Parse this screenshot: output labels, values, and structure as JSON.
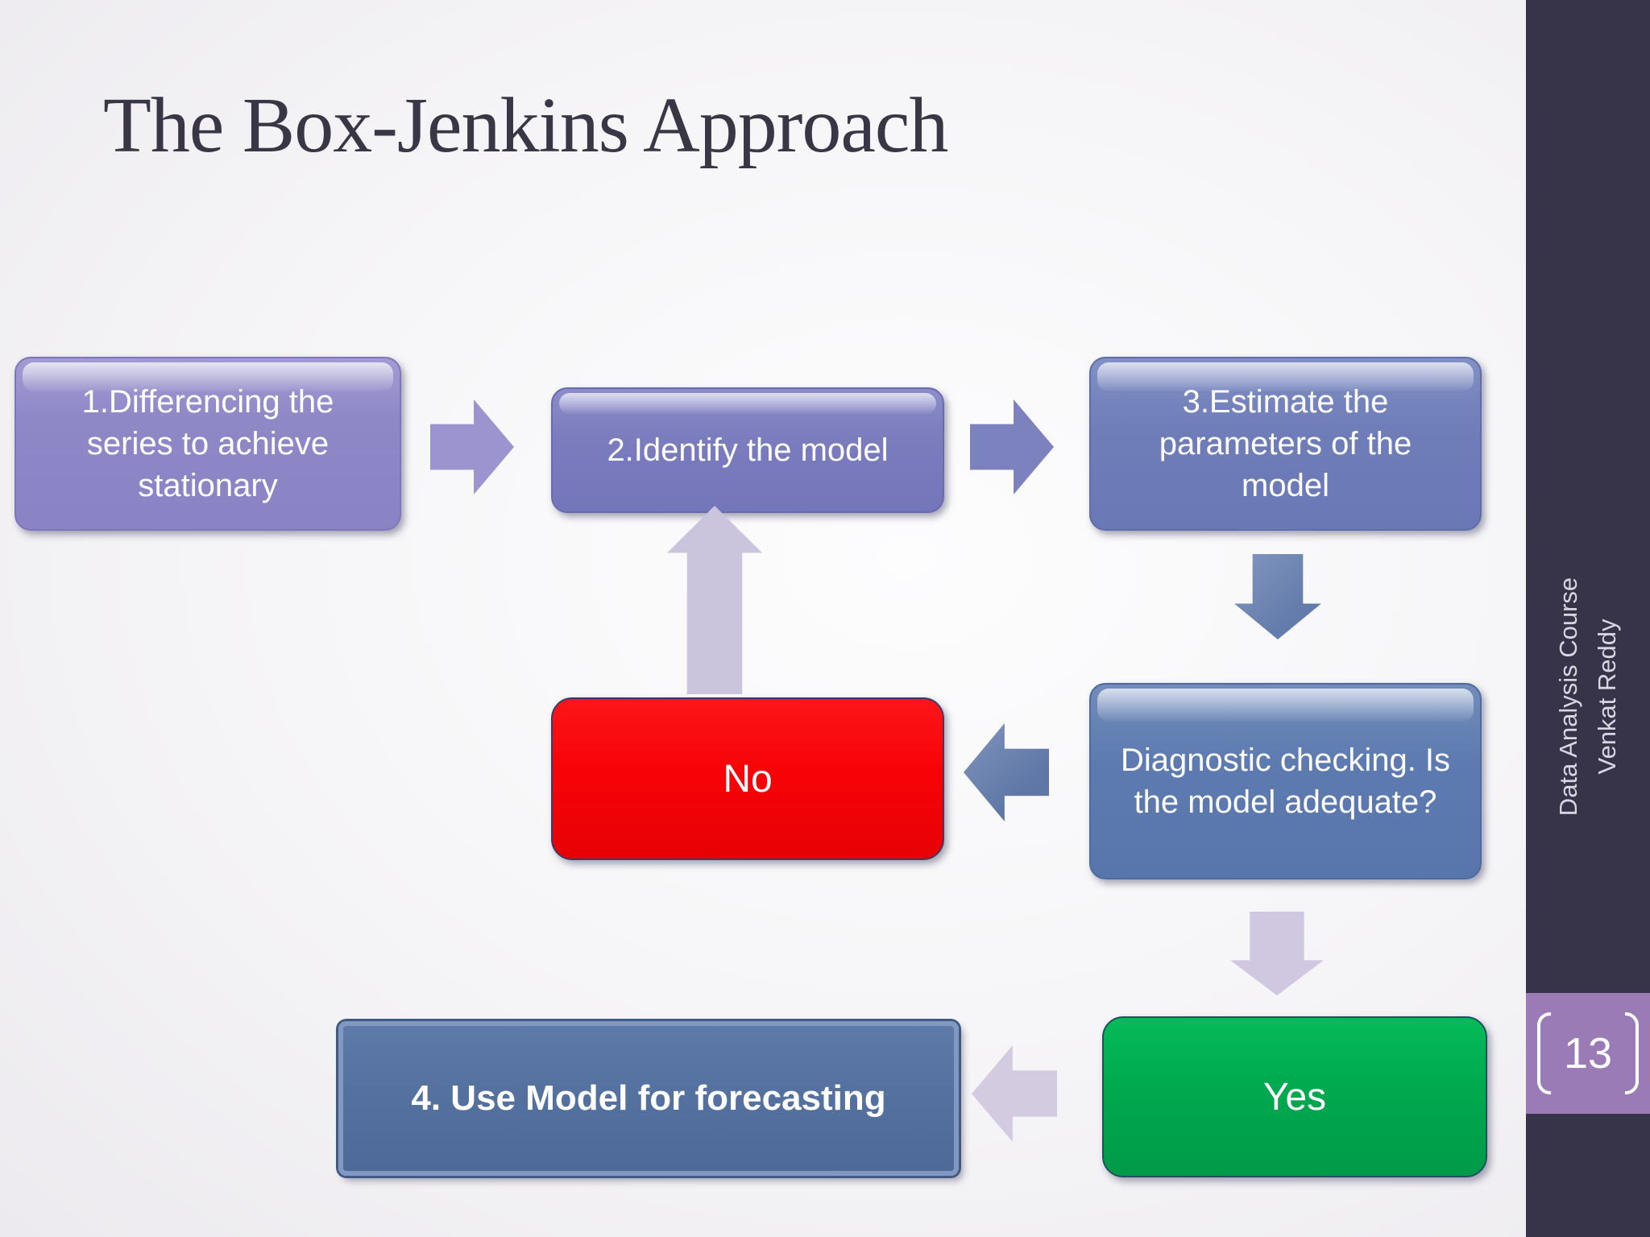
{
  "slide": {
    "title": "The Box-Jenkins Approach",
    "page_number": "13"
  },
  "sidebar": {
    "course_line1": "Data Analysis Course",
    "course_line2": "Venkat Reddy",
    "bg_color": "#373349",
    "badge_color": "#9a7bb5",
    "text_color": "#d9d6e4"
  },
  "flowchart": {
    "nodes": {
      "step1": {
        "label": "1.Differencing the series to achieve stationary",
        "color": "#8d86c6"
      },
      "step2": {
        "label": "2.Identify the model",
        "color": "#7b7cbe"
      },
      "step3": {
        "label": "3.Estimate the parameters of the model",
        "color": "#6f7db9"
      },
      "diagnostic": {
        "label": "Diagnostic checking. Is the model adequate?",
        "color": "#5d7bb0"
      },
      "no": {
        "label": "No",
        "color": "#f70307"
      },
      "yes": {
        "label": "Yes",
        "color": "#00a94f"
      },
      "step4": {
        "label": "4. Use Model for forecasting",
        "color": "#54719f"
      }
    },
    "arrows": [
      {
        "from": "step1",
        "to": "step2",
        "direction": "right",
        "color": "#9c94ce"
      },
      {
        "from": "step2",
        "to": "step3",
        "direction": "right",
        "color": "#7b82bd"
      },
      {
        "from": "step3",
        "to": "diagnostic",
        "direction": "down",
        "color": "#6a80b2"
      },
      {
        "from": "diagnostic",
        "to": "no",
        "direction": "left",
        "color": "#6d83ac"
      },
      {
        "from": "no",
        "to": "step2",
        "direction": "up",
        "color": "#cbc4dd"
      },
      {
        "from": "diagnostic",
        "to": "yes",
        "direction": "down",
        "color": "#cfc8e0"
      },
      {
        "from": "yes",
        "to": "step4",
        "direction": "left",
        "color": "#d3cce1"
      }
    ]
  }
}
